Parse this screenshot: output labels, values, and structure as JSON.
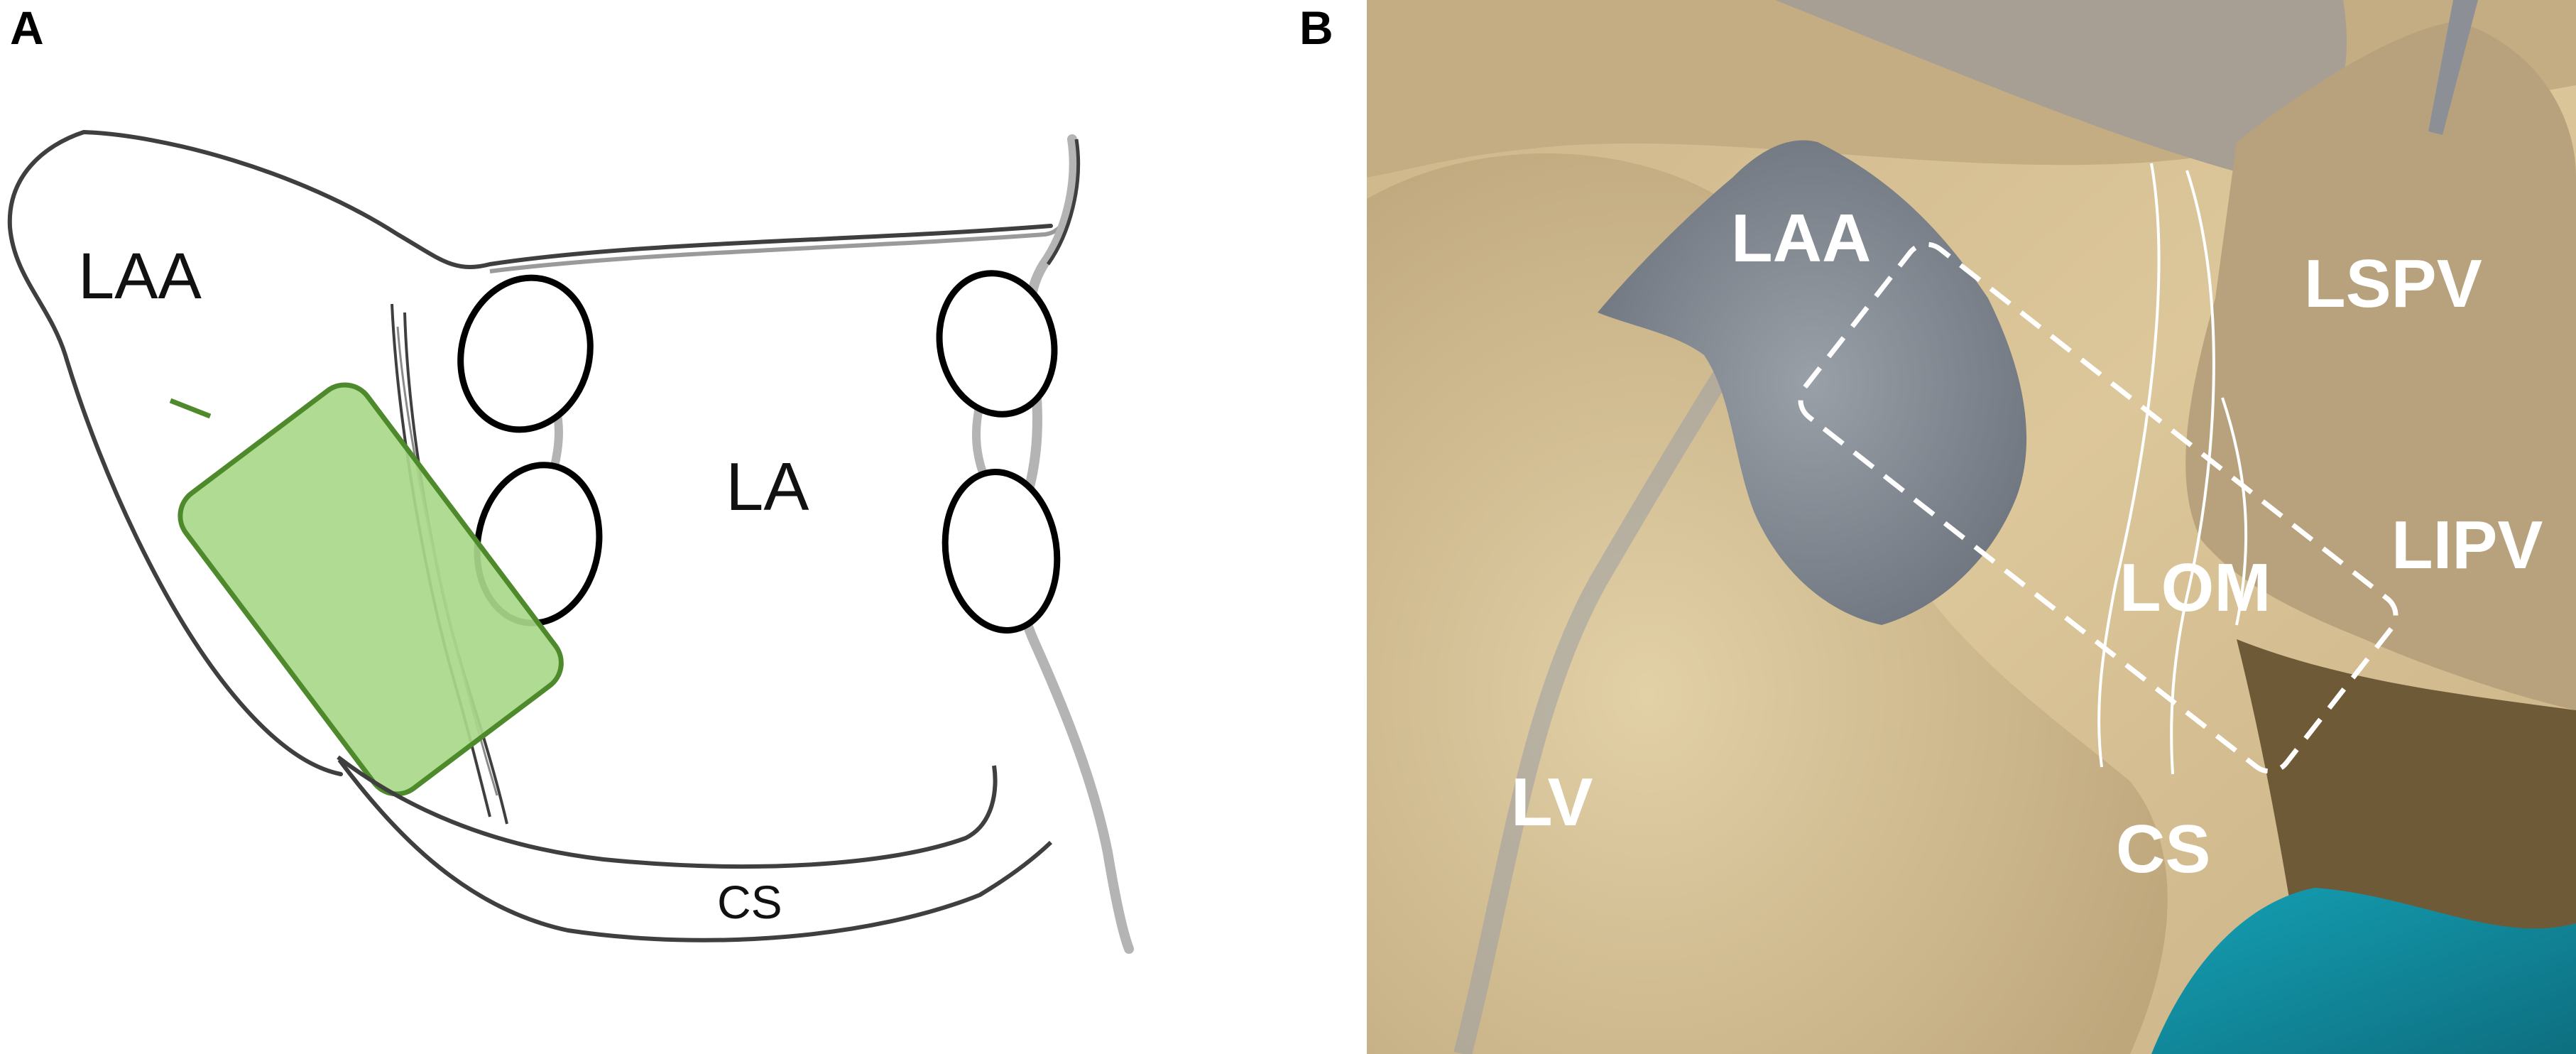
{
  "panels": {
    "a": {
      "letter": "A",
      "labels": {
        "laa": "LAA",
        "la": "LA",
        "cs": "CS"
      },
      "colors": {
        "outline": "#3f3f3f",
        "vein_shadow": "#b4b4b4",
        "device_fill": "#a9d88a",
        "device_stroke": "#4e8a2b"
      }
    },
    "b": {
      "letter": "B",
      "labels": {
        "laa": "LAA",
        "lspv": "LSPV",
        "lipv": "LIPV",
        "lom": "LOM",
        "lv": "LV",
        "cs": "CS"
      },
      "colors": {
        "tissue": "#d9c394",
        "appendage": "#8b9098",
        "drape": "#1b8fa2",
        "label": "#ffffff"
      }
    }
  }
}
